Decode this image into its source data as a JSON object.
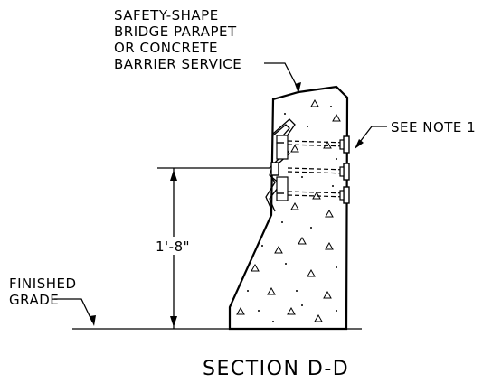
{
  "callout_barrier": {
    "line1": "SAFETY-SHAPE",
    "line2": "BRIDGE PARAPET",
    "line3": "OR CONCRETE",
    "line4": "BARRIER SERVICE"
  },
  "callout_note": "SEE NOTE 1",
  "dimension": "1'-8\"",
  "callout_grade": {
    "line1": "FINISHED",
    "line2": "GRADE"
  },
  "section_title": "SECTION D-D"
}
